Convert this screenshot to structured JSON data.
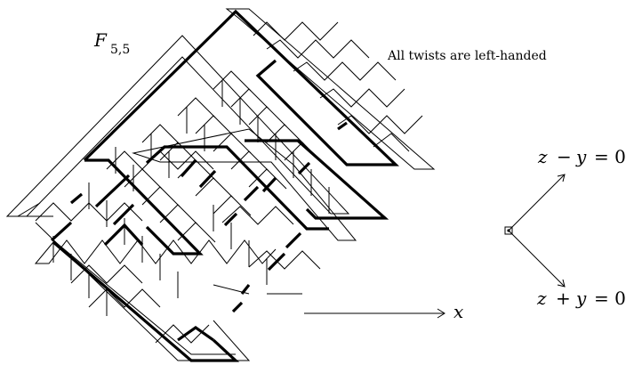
{
  "title": {
    "main": "F",
    "subscript": "5,5"
  },
  "note": "All twists are left-handed",
  "axes": {
    "upper_plane": {
      "var1": "z",
      "op": "−",
      "var2": "y",
      "eq": "= 0"
    },
    "lower_plane": {
      "var1": "z",
      "op": "+",
      "var2": "y",
      "eq": "= 0"
    },
    "x_axis": "x"
  },
  "surface": {
    "name": "F_{5,5}",
    "twist_handedness": "left"
  }
}
